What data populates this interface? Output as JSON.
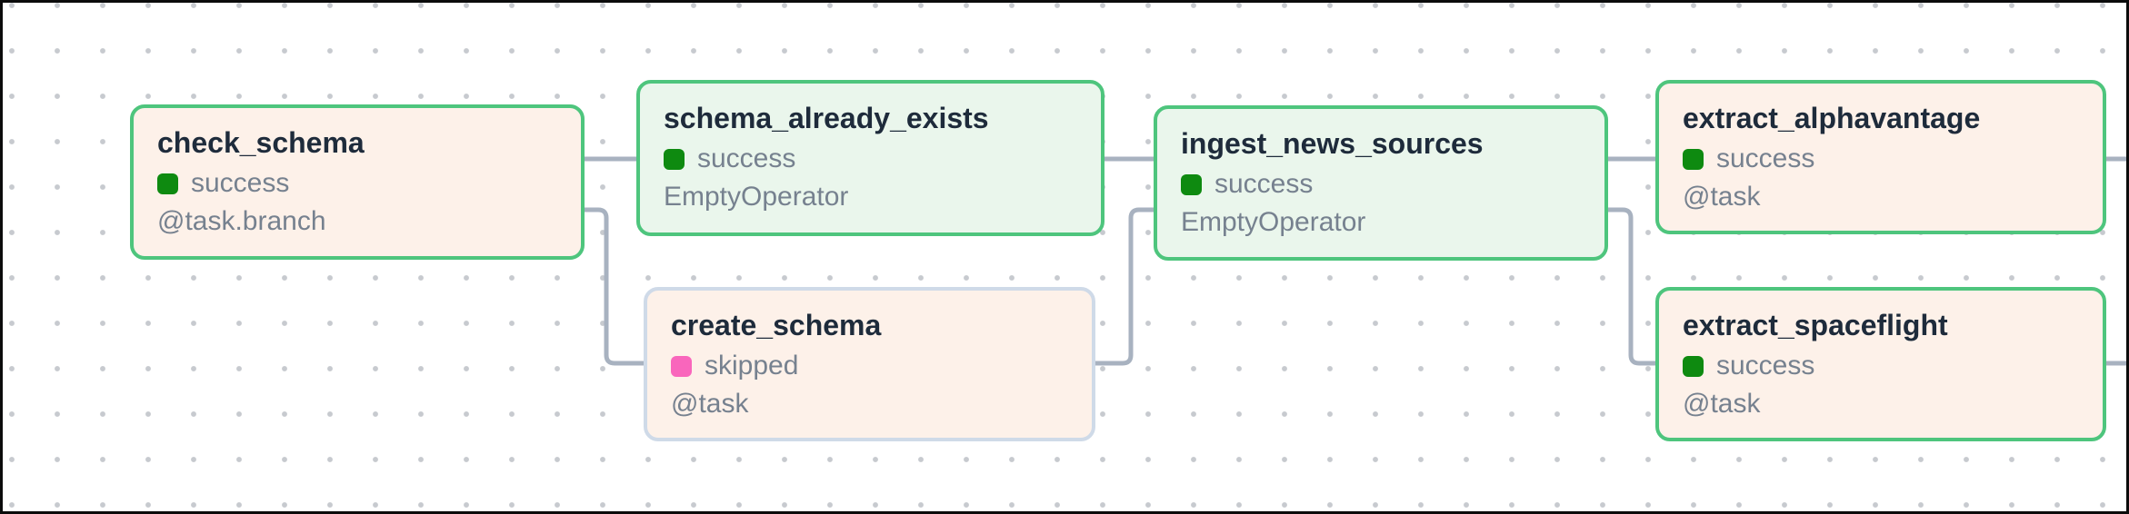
{
  "diagram": {
    "nodes": {
      "check_schema": {
        "title": "check_schema",
        "status": "success",
        "operator": "@task.branch"
      },
      "schema_already_exists": {
        "title": "schema_already_exists",
        "status": "success",
        "operator": "EmptyOperator"
      },
      "create_schema": {
        "title": "create_schema",
        "status": "skipped",
        "operator": "@task"
      },
      "ingest_news_sources": {
        "title": "ingest_news_sources",
        "status": "success",
        "operator": "EmptyOperator"
      },
      "extract_alphavantage": {
        "title": "extract_alphavantage",
        "status": "success",
        "operator": "@task"
      },
      "extract_spaceflight": {
        "title": "extract_spaceflight",
        "status": "success",
        "operator": "@task"
      }
    },
    "edges": [
      {
        "from": "check_schema",
        "to": "schema_already_exists"
      },
      {
        "from": "check_schema",
        "to": "create_schema"
      },
      {
        "from": "schema_already_exists",
        "to": "ingest_news_sources"
      },
      {
        "from": "create_schema",
        "to": "ingest_news_sources"
      },
      {
        "from": "ingest_news_sources",
        "to": "extract_alphavantage"
      },
      {
        "from": "ingest_news_sources",
        "to": "extract_spaceflight"
      },
      {
        "from": "extract_alphavantage",
        "to": "offscreen_right"
      },
      {
        "from": "extract_spaceflight",
        "to": "offscreen_right"
      }
    ],
    "colors": {
      "success_state_border": "#4ec57d",
      "skipped_state_border": "#cfdae8",
      "decorated_task_fill": "#fdf1e9",
      "empty_operator_fill": "#eaf6ec",
      "success_icon": "#0e8a10",
      "skipped_icon": "#f966bc",
      "edge": "#a8b2c0",
      "grid_dot": "#c7cacf"
    }
  }
}
